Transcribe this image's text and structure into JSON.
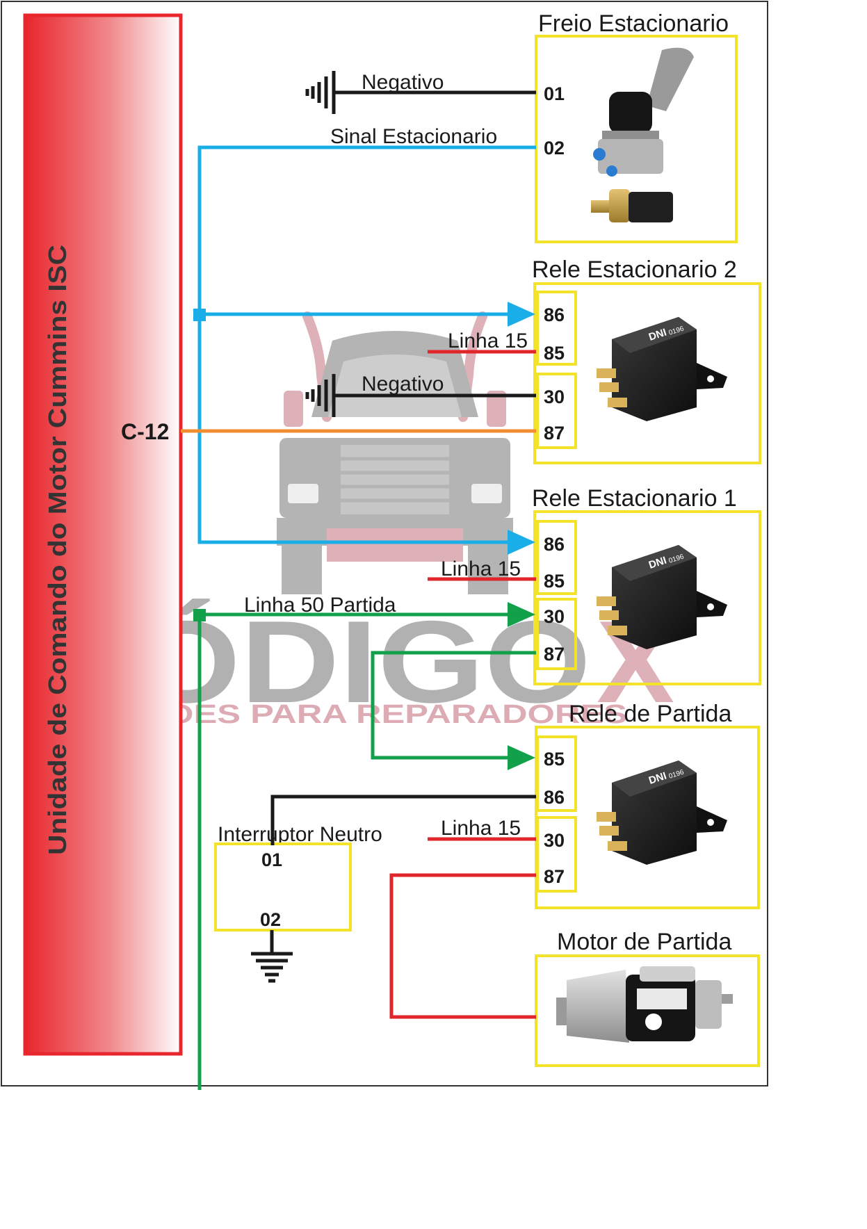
{
  "colors": {
    "ecu_red": "#e8262d",
    "box_yellow": "#f2e22a",
    "signal_blue": "#1aaee8",
    "orange": "#f28c30",
    "green": "#13a04b",
    "red": "#e0262b",
    "black": "#1a1a1a",
    "watermark_gray": "#a7a7a7",
    "watermark_pink": "#d9a3ab"
  },
  "ecu": {
    "label": "Unidade de Comando do Motor Cummins ISC",
    "pin": "C-12"
  },
  "watermark": {
    "brand_a": "CÓDIGO",
    "brand_b": "X",
    "tagline": "SOLUÇÕES PARA REPARADORES"
  },
  "components": {
    "freio": {
      "title": "Freio Estacionario",
      "pins": [
        "01",
        "02"
      ]
    },
    "rele2": {
      "title": "Rele Estacionario 2",
      "pins": [
        "86",
        "85",
        "30",
        "87"
      ],
      "relay_brand": "DNI",
      "relay_code": "0196"
    },
    "rele1": {
      "title": "Rele Estacionario 1",
      "pins": [
        "86",
        "85",
        "30",
        "87"
      ],
      "relay_brand": "DNI",
      "relay_code": "0196"
    },
    "rele_partida": {
      "title": "Rele de Partida",
      "pins": [
        "85",
        "86",
        "30",
        "87"
      ],
      "relay_brand": "DNI",
      "relay_code": "0196"
    },
    "motor": {
      "title": "Motor de Partida"
    },
    "neutro": {
      "title": "Interruptor Neutro",
      "pins": [
        "01",
        "02"
      ]
    }
  },
  "wires": {
    "negativo_1": "Negativo",
    "sinal": "Sinal Estacionario",
    "linha15_a": "Linha 15",
    "negativo_2": "Negativo",
    "linha15_b": "Linha 15",
    "linha50": "Linha 50 Partida",
    "linha15_c": "Linha 15"
  }
}
